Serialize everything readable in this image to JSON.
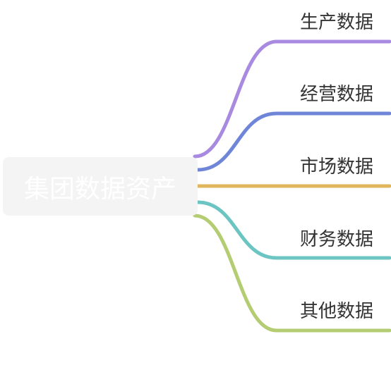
{
  "mindmap": {
    "root": {
      "label": "集团数据资产",
      "bg_color": "#f4f4f4",
      "text_color": "#ffffff"
    },
    "branches": [
      {
        "label": "生产数据",
        "color": "#a88ae0"
      },
      {
        "label": "经营数据",
        "color": "#6f86d8"
      },
      {
        "label": "市场数据",
        "color": "#dfb65c"
      },
      {
        "label": "财务数据",
        "color": "#6cc5c2"
      },
      {
        "label": "其他数据",
        "color": "#b4cd72"
      }
    ]
  }
}
